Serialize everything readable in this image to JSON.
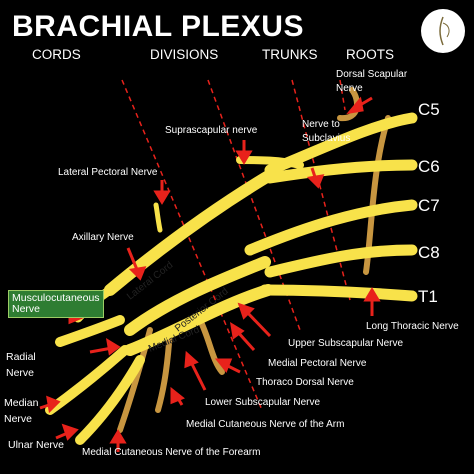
{
  "title": "BRACHIAL PLEXUS",
  "headers": {
    "cords": "CORDS",
    "divisions": "DIVISIONS",
    "trunks": "TRUNKS",
    "roots": "ROOTS"
  },
  "roots": [
    "C5",
    "C6",
    "C7",
    "C8",
    "T1"
  ],
  "cord_labels": {
    "lateral": "Lateral Cord",
    "posterior": "Posterior Cord",
    "medial": "Medial Cord"
  },
  "labels": {
    "dorsal_scapular": "Dorsal Scapular\nNerve",
    "nerve_to_subclavius": "Nerve to\nSubclavius",
    "suprascapular": "Suprascapular nerve",
    "lateral_pectoral": "Lateral Pectoral Nerve",
    "axillary": "Axillary Nerve",
    "musculocutaneous": "Musculocutaneous\nNerve",
    "long_thoracic": "Long Thoracic Nerve",
    "upper_subscapular": "Upper Subscapular Nerve",
    "medial_pectoral": "Medial Pectoral Nerve",
    "thoraco_dorsal": "Thoraco Dorsal Nerve",
    "lower_subscapular": "Lower Subscapular Nerve",
    "medial_cutaneous_arm": "Medial Cutaneous Nerve of the Arm",
    "medial_cutaneous_forearm": "Medial Cutaneous Nerve of the Forearm",
    "radial": "Radial\nNerve",
    "median": "Median\nNerve",
    "ulnar": "Ulnar Nerve"
  },
  "colors": {
    "nerve": "#f8e24a",
    "nerve_shadow": "#b8a100",
    "branch": "#c89640",
    "arrow": "#e8221b",
    "divider": "#e8221b"
  }
}
